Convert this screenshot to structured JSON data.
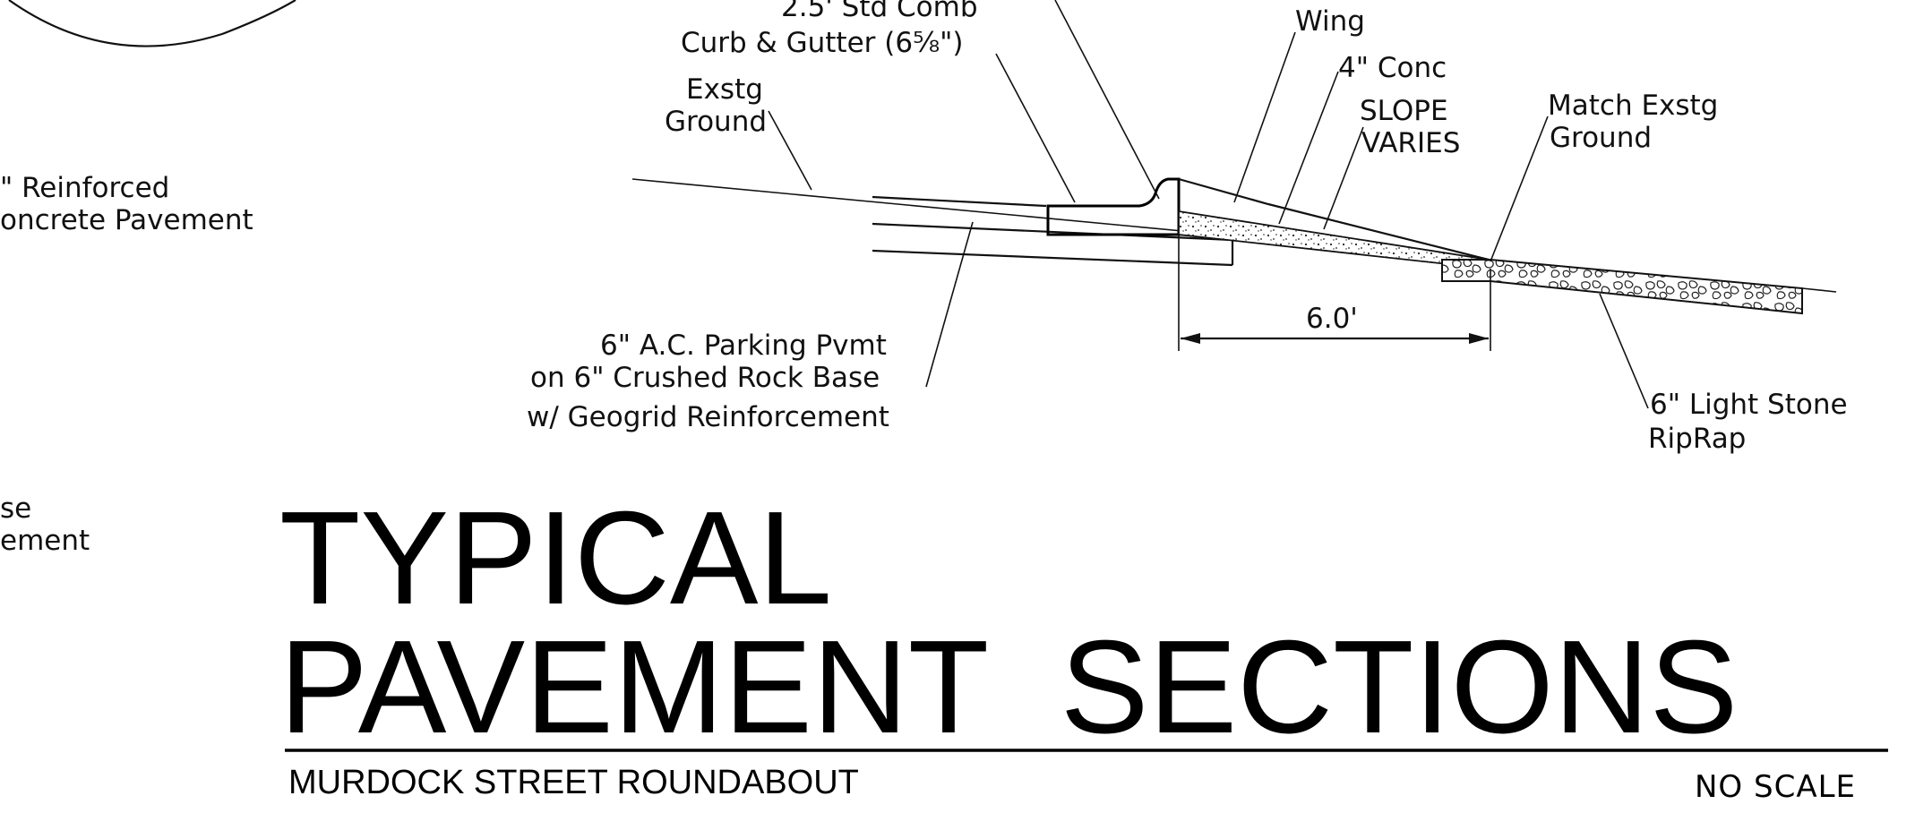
{
  "left_notes": {
    "reinforced_l1": "\" Reinforced",
    "reinforced_l2": "oncrete Pavement",
    "partial_l1": "se",
    "partial_l2": "ement"
  },
  "callouts": {
    "curb_top": "2.5' Std Comb",
    "curb_bottom": "Curb & Gutter (6⅝\")",
    "exstg_ground_l1": "Exstg",
    "exstg_ground_l2": "Ground",
    "wing": "Wing",
    "conc": "4\" Conc",
    "slope_l1": "SLOPE",
    "slope_l2": "VARIES",
    "match_l1": "Match Exstg",
    "match_l2": "Ground",
    "ac_l1": "6\" A.C. Parking Pvmt",
    "ac_l2": "on 6\" Crushed Rock Base",
    "ac_l3": "w/ Geogrid Reinforcement",
    "riprap_l1": "6\" Light Stone",
    "riprap_l2": "RipRap",
    "dimension": "6.0'"
  },
  "title": {
    "line1": "TYPICAL",
    "line2": "PAVEMENT  SECTIONS",
    "project": "MURDOCK STREET ROUNDABOUT",
    "scale": "NO SCALE"
  },
  "colors": {
    "ink": "#111111",
    "paper": "#ffffff"
  }
}
